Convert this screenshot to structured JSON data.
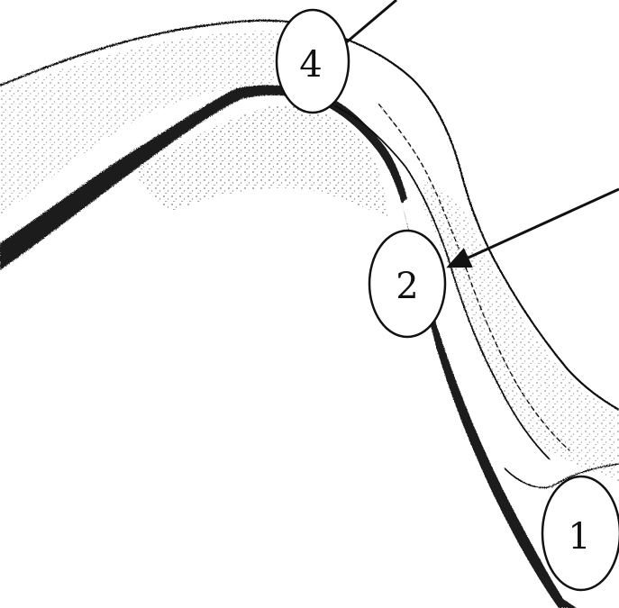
{
  "diagram": {
    "labels": {
      "label_4": "4",
      "label_2": "2",
      "label_1": "1"
    },
    "colors": {
      "ink": "#111111",
      "paper": "#ffffff",
      "shadow": "#1a1a1a"
    }
  }
}
